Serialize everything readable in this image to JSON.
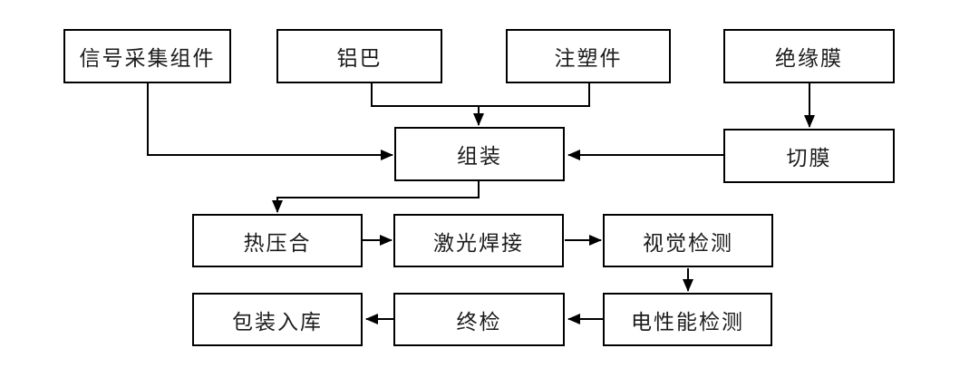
{
  "diagram": {
    "title": "production-process-flowchart",
    "background_color": "#ffffff",
    "line_color": "#000000",
    "text_color": "#1c1c1c",
    "nodes": [
      {
        "id": "signal-acquisition-assembly",
        "label": "信号采集组件"
      },
      {
        "id": "aluminum-busbar",
        "label": "铝巴"
      },
      {
        "id": "injection-molded-part",
        "label": "注塑件"
      },
      {
        "id": "insulation-film",
        "label": "绝缘膜"
      },
      {
        "id": "assembly",
        "label": "组装"
      },
      {
        "id": "film-cutting",
        "label": "切膜"
      },
      {
        "id": "hot-pressing",
        "label": "热压合"
      },
      {
        "id": "laser-welding",
        "label": "激光焊接"
      },
      {
        "id": "visual-inspection",
        "label": "视觉检测"
      },
      {
        "id": "packaging-warehousing",
        "label": "包装入库"
      },
      {
        "id": "final-inspection",
        "label": "终检"
      },
      {
        "id": "electrical-performance-test",
        "label": "电性能检测"
      }
    ],
    "edges": [
      {
        "from": "signal-acquisition-assembly",
        "to": "assembly"
      },
      {
        "from": "aluminum-busbar",
        "to": "assembly"
      },
      {
        "from": "injection-molded-part",
        "to": "assembly"
      },
      {
        "from": "insulation-film",
        "to": "film-cutting"
      },
      {
        "from": "film-cutting",
        "to": "assembly"
      },
      {
        "from": "assembly",
        "to": "hot-pressing"
      },
      {
        "from": "hot-pressing",
        "to": "laser-welding"
      },
      {
        "from": "laser-welding",
        "to": "visual-inspection"
      },
      {
        "from": "visual-inspection",
        "to": "electrical-performance-test"
      },
      {
        "from": "electrical-performance-test",
        "to": "final-inspection"
      },
      {
        "from": "final-inspection",
        "to": "packaging-warehousing"
      }
    ]
  }
}
